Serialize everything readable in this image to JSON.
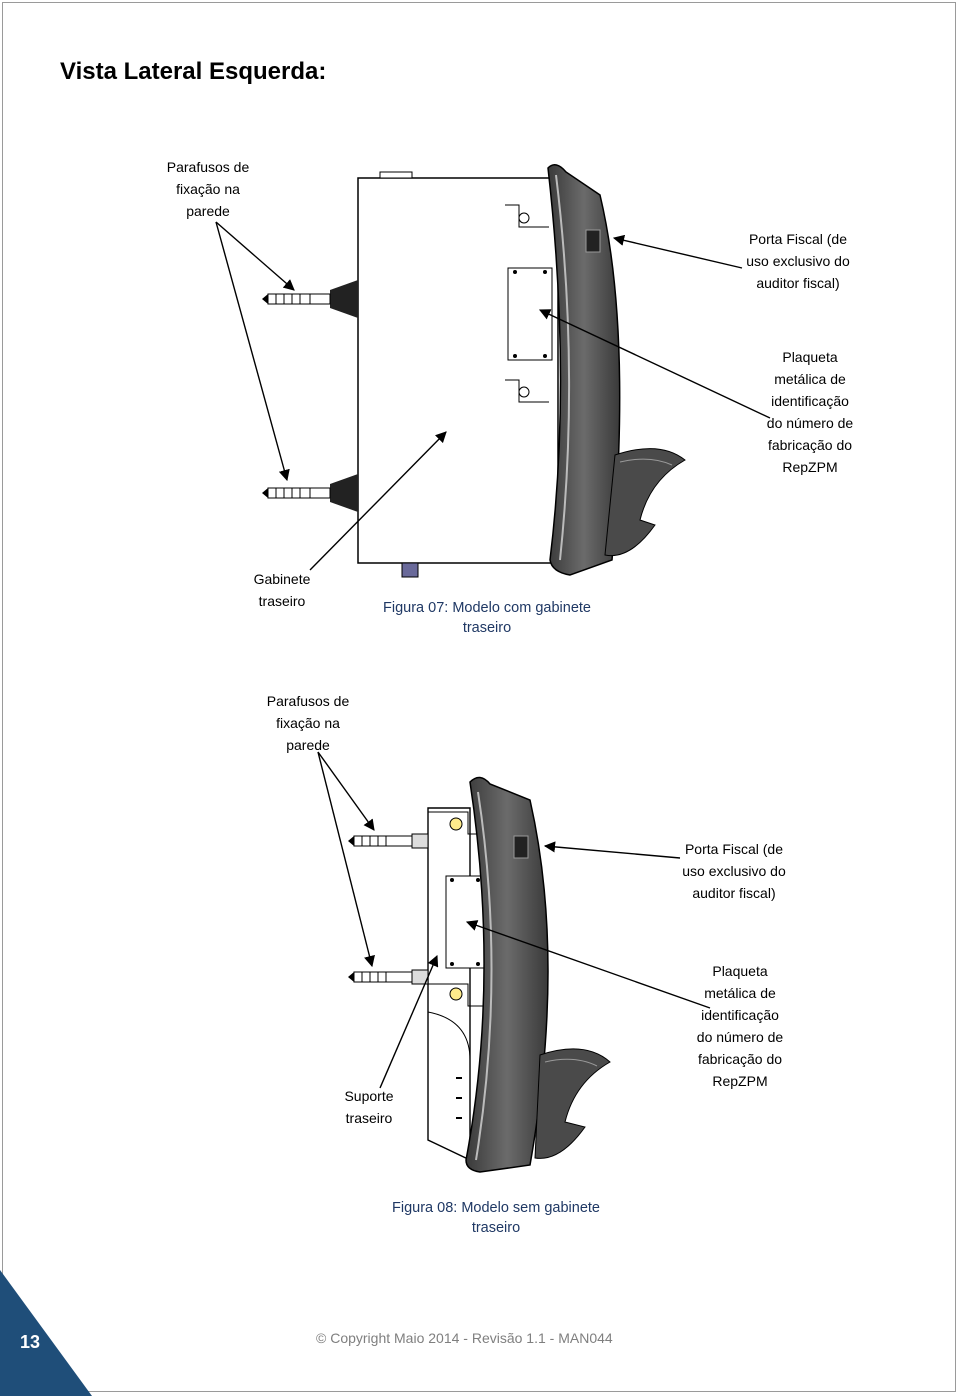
{
  "heading": "Vista Lateral Esquerda:",
  "figure1": {
    "label_screws": "Parafusos de\nfixação na\nparede",
    "label_port": "Porta Fiscal (de\nuso exclusivo do\nauditor fiscal)",
    "label_plate": "Plaqueta\nmetálica de\nidentificação\ndo número de\nfabricação do\nRepZPM",
    "label_cabinet": "Gabinete\ntraseiro",
    "caption": "Figura 07: Modelo com gabinete\ntraseiro"
  },
  "figure2": {
    "label_screws": "Parafusos de\nfixação na\nparede",
    "label_port": "Porta Fiscal (de\nuso exclusivo do\nauditor fiscal)",
    "label_plate": "Plaqueta\nmetálica de\nidentificação\ndo número de\nfabricação do\nRepZPM",
    "label_support": "Suporte\ntraseiro",
    "caption": "Figura 08: Modelo sem gabinete\ntraseiro"
  },
  "footer": {
    "page_number": "13",
    "copyright": "© Copyright Maio 2014 - Revisão 1.1 - MAN044"
  },
  "colors": {
    "caption": "#1f3864",
    "corner": "#1f4e79",
    "device_shell": "#555555",
    "device_dark": "#2e2e2e"
  }
}
